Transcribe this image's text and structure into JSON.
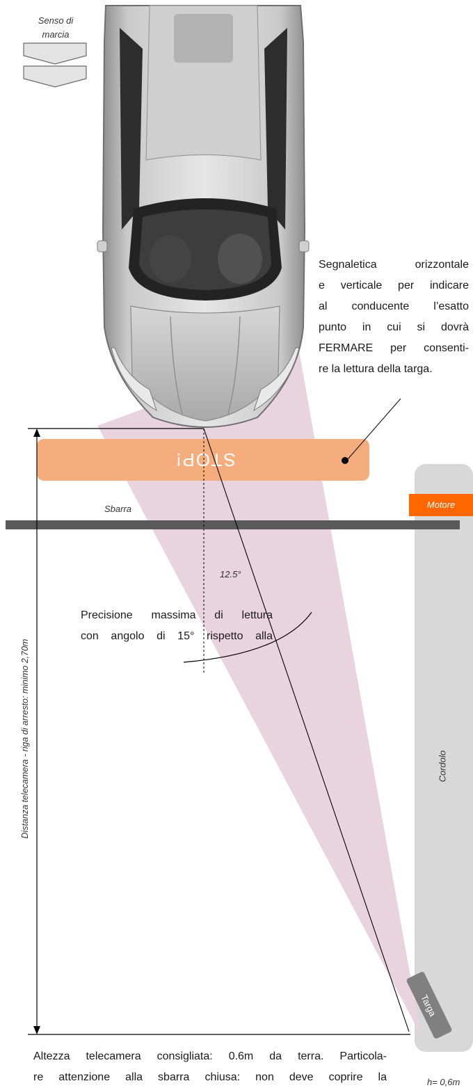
{
  "direction_label": [
    "Senso di",
    "marcia"
  ],
  "stop_text": "STOP!",
  "barrier_label": "Sbarra",
  "motor_label": "Motore",
  "curb_label": "Cordolo",
  "angle_label": "12.5°",
  "distance_label": "Distanza telecamera - riga di arresto: minimo 2,70m",
  "plate_label": "Targa",
  "camera_height_label": "h= 0,6m",
  "signage_note": [
    "Segnaletica orizzontale",
    "e verticale per indicare",
    "al conducente l’esatto",
    "punto in cui si dovrà",
    "FERMARE per consenti-",
    "re la lettura della targa."
  ],
  "precision_note": [
    "Precisione massima di lettura",
    "con angolo di 15° rispetto alla"
  ],
  "height_note": [
    "Altezza telecamera consigliata: 0.6m da terra. Particola-",
    "re attenzione alla sbarra chiusa: non deve coprire la"
  ],
  "colors": {
    "stop_bar": "#f5ad7e",
    "motor_box": "#ff6600",
    "curb": "#d8d8d8",
    "view_cone": "#e9d3dd",
    "barrier": "#595959",
    "plate": "#808080",
    "car_body": "#b9b9b9"
  }
}
